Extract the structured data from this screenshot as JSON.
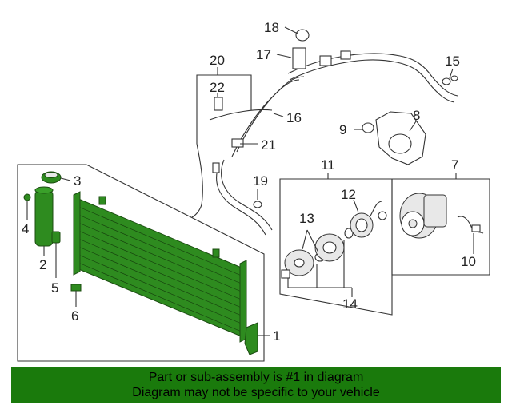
{
  "callouts": {
    "c1": "1",
    "c2": "2",
    "c3": "3",
    "c4": "4",
    "c5": "5",
    "c6": "6",
    "c7": "7",
    "c8": "8",
    "c9": "9",
    "c10": "10",
    "c11": "11",
    "c12": "12",
    "c13": "13",
    "c14": "14",
    "c15": "15",
    "c16": "16",
    "c17": "17",
    "c18": "18",
    "c19": "19",
    "c20": "20",
    "c21": "21",
    "c22": "22"
  },
  "banner": {
    "line1": "Part or sub-assembly is #1 in diagram",
    "line2": "Diagram may not be specific to your vehicle",
    "color": "#1a7a0c"
  },
  "accent": {
    "part_green": "#2e8b1f"
  }
}
